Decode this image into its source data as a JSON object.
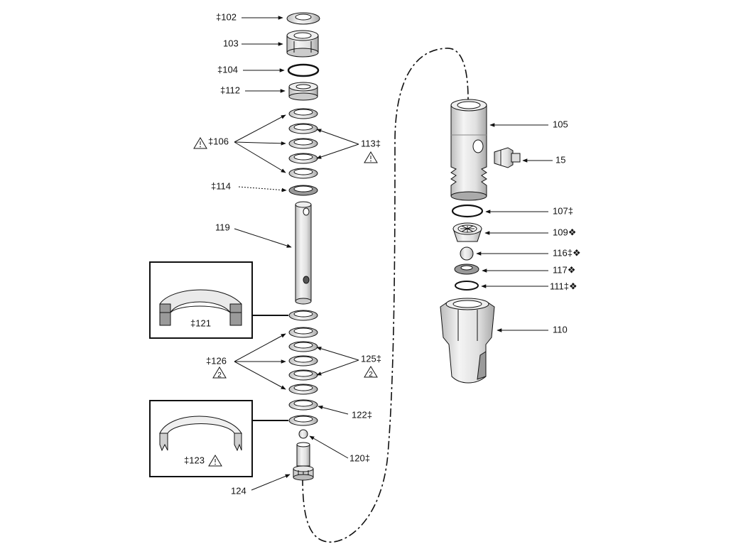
{
  "labels": {
    "l102": "‡102",
    "l103": "103",
    "l104": "‡104",
    "l112": "‡112",
    "l106": "‡106",
    "l113": "113‡",
    "l114": "‡114",
    "l119": "119",
    "l121": "‡121",
    "l126": "‡126",
    "l125": "125‡",
    "l122": "122‡",
    "l123": "‡123",
    "l120": "120‡",
    "l124": "124",
    "l105": "105",
    "l15": "15",
    "l107": "107‡",
    "l109": "109❖",
    "l116": "116‡❖",
    "l117": "117❖",
    "l111": "111‡❖",
    "l110": "110"
  },
  "warnings": {
    "w126": "2",
    "w125": "2"
  },
  "colors": {
    "line": "#111111",
    "part_fill": "#f2f2f2",
    "part_shade": "#c8c8c8",
    "seal_shade": "#9a9a9a"
  }
}
